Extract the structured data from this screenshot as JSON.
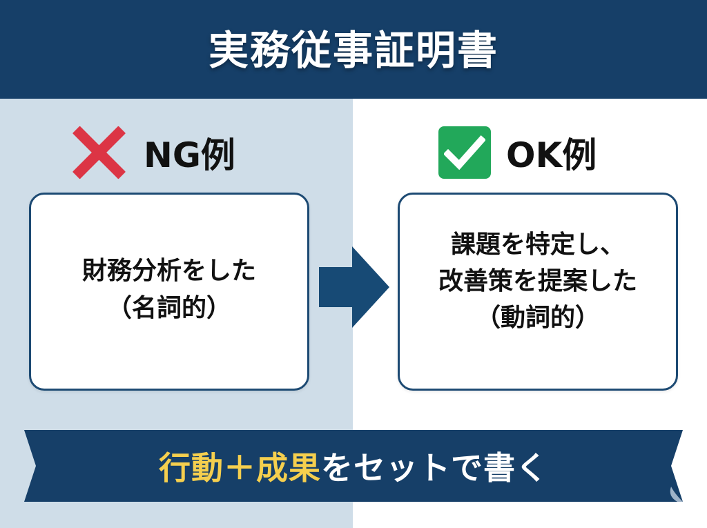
{
  "header": {
    "title": "実務従事証明書"
  },
  "ng": {
    "label": "NG例",
    "icon": "x-mark-icon",
    "line1": "財務分析をした",
    "line2": "（名詞的）"
  },
  "ok": {
    "label": "OK例",
    "icon": "check-box-icon",
    "line1": "課題を特定し、",
    "line2": "改善策を提案した",
    "line3": "（動詞的）"
  },
  "banner": {
    "highlight": "行動＋成果",
    "rest": "をセットで書く"
  },
  "colors": {
    "navy": "#163f68",
    "left_bg": "#cfdde8",
    "x_red": "#dc3545",
    "check_green": "#22a85a",
    "highlight_yellow": "#f5cf4e"
  }
}
